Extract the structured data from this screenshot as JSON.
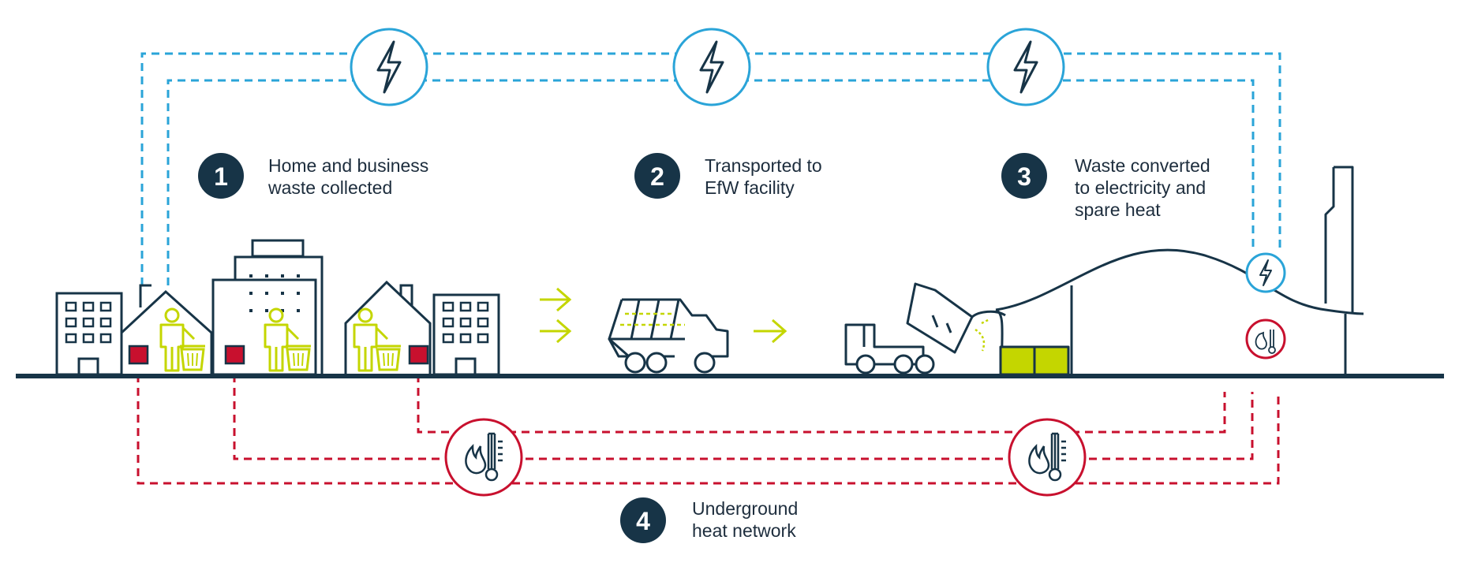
{
  "steps": [
    {
      "number": "1",
      "lines": [
        "Home and business",
        "waste collected"
      ]
    },
    {
      "number": "2",
      "lines": [
        "Transported to",
        "EfW facility"
      ]
    },
    {
      "number": "3",
      "lines": [
        "Waste converted",
        "to electricity and",
        "spare heat"
      ]
    },
    {
      "number": "4",
      "lines": [
        "Underground",
        "heat network"
      ]
    }
  ],
  "colors": {
    "navy": "#173447",
    "electric_blue": "#2aa4d8",
    "heat_red": "#c8102e",
    "waste_green": "#c4d600",
    "ground": "#173447"
  },
  "icons": {
    "electricity": "lightning-bolt-icon",
    "heat": "flame-thermometer-icon",
    "person": "person-binning-waste-icon",
    "bin": "waste-bin-icon",
    "truck": "refuse-truck-icon",
    "tipper": "tipper-truck-icon",
    "plant": "efw-plant-icon"
  }
}
